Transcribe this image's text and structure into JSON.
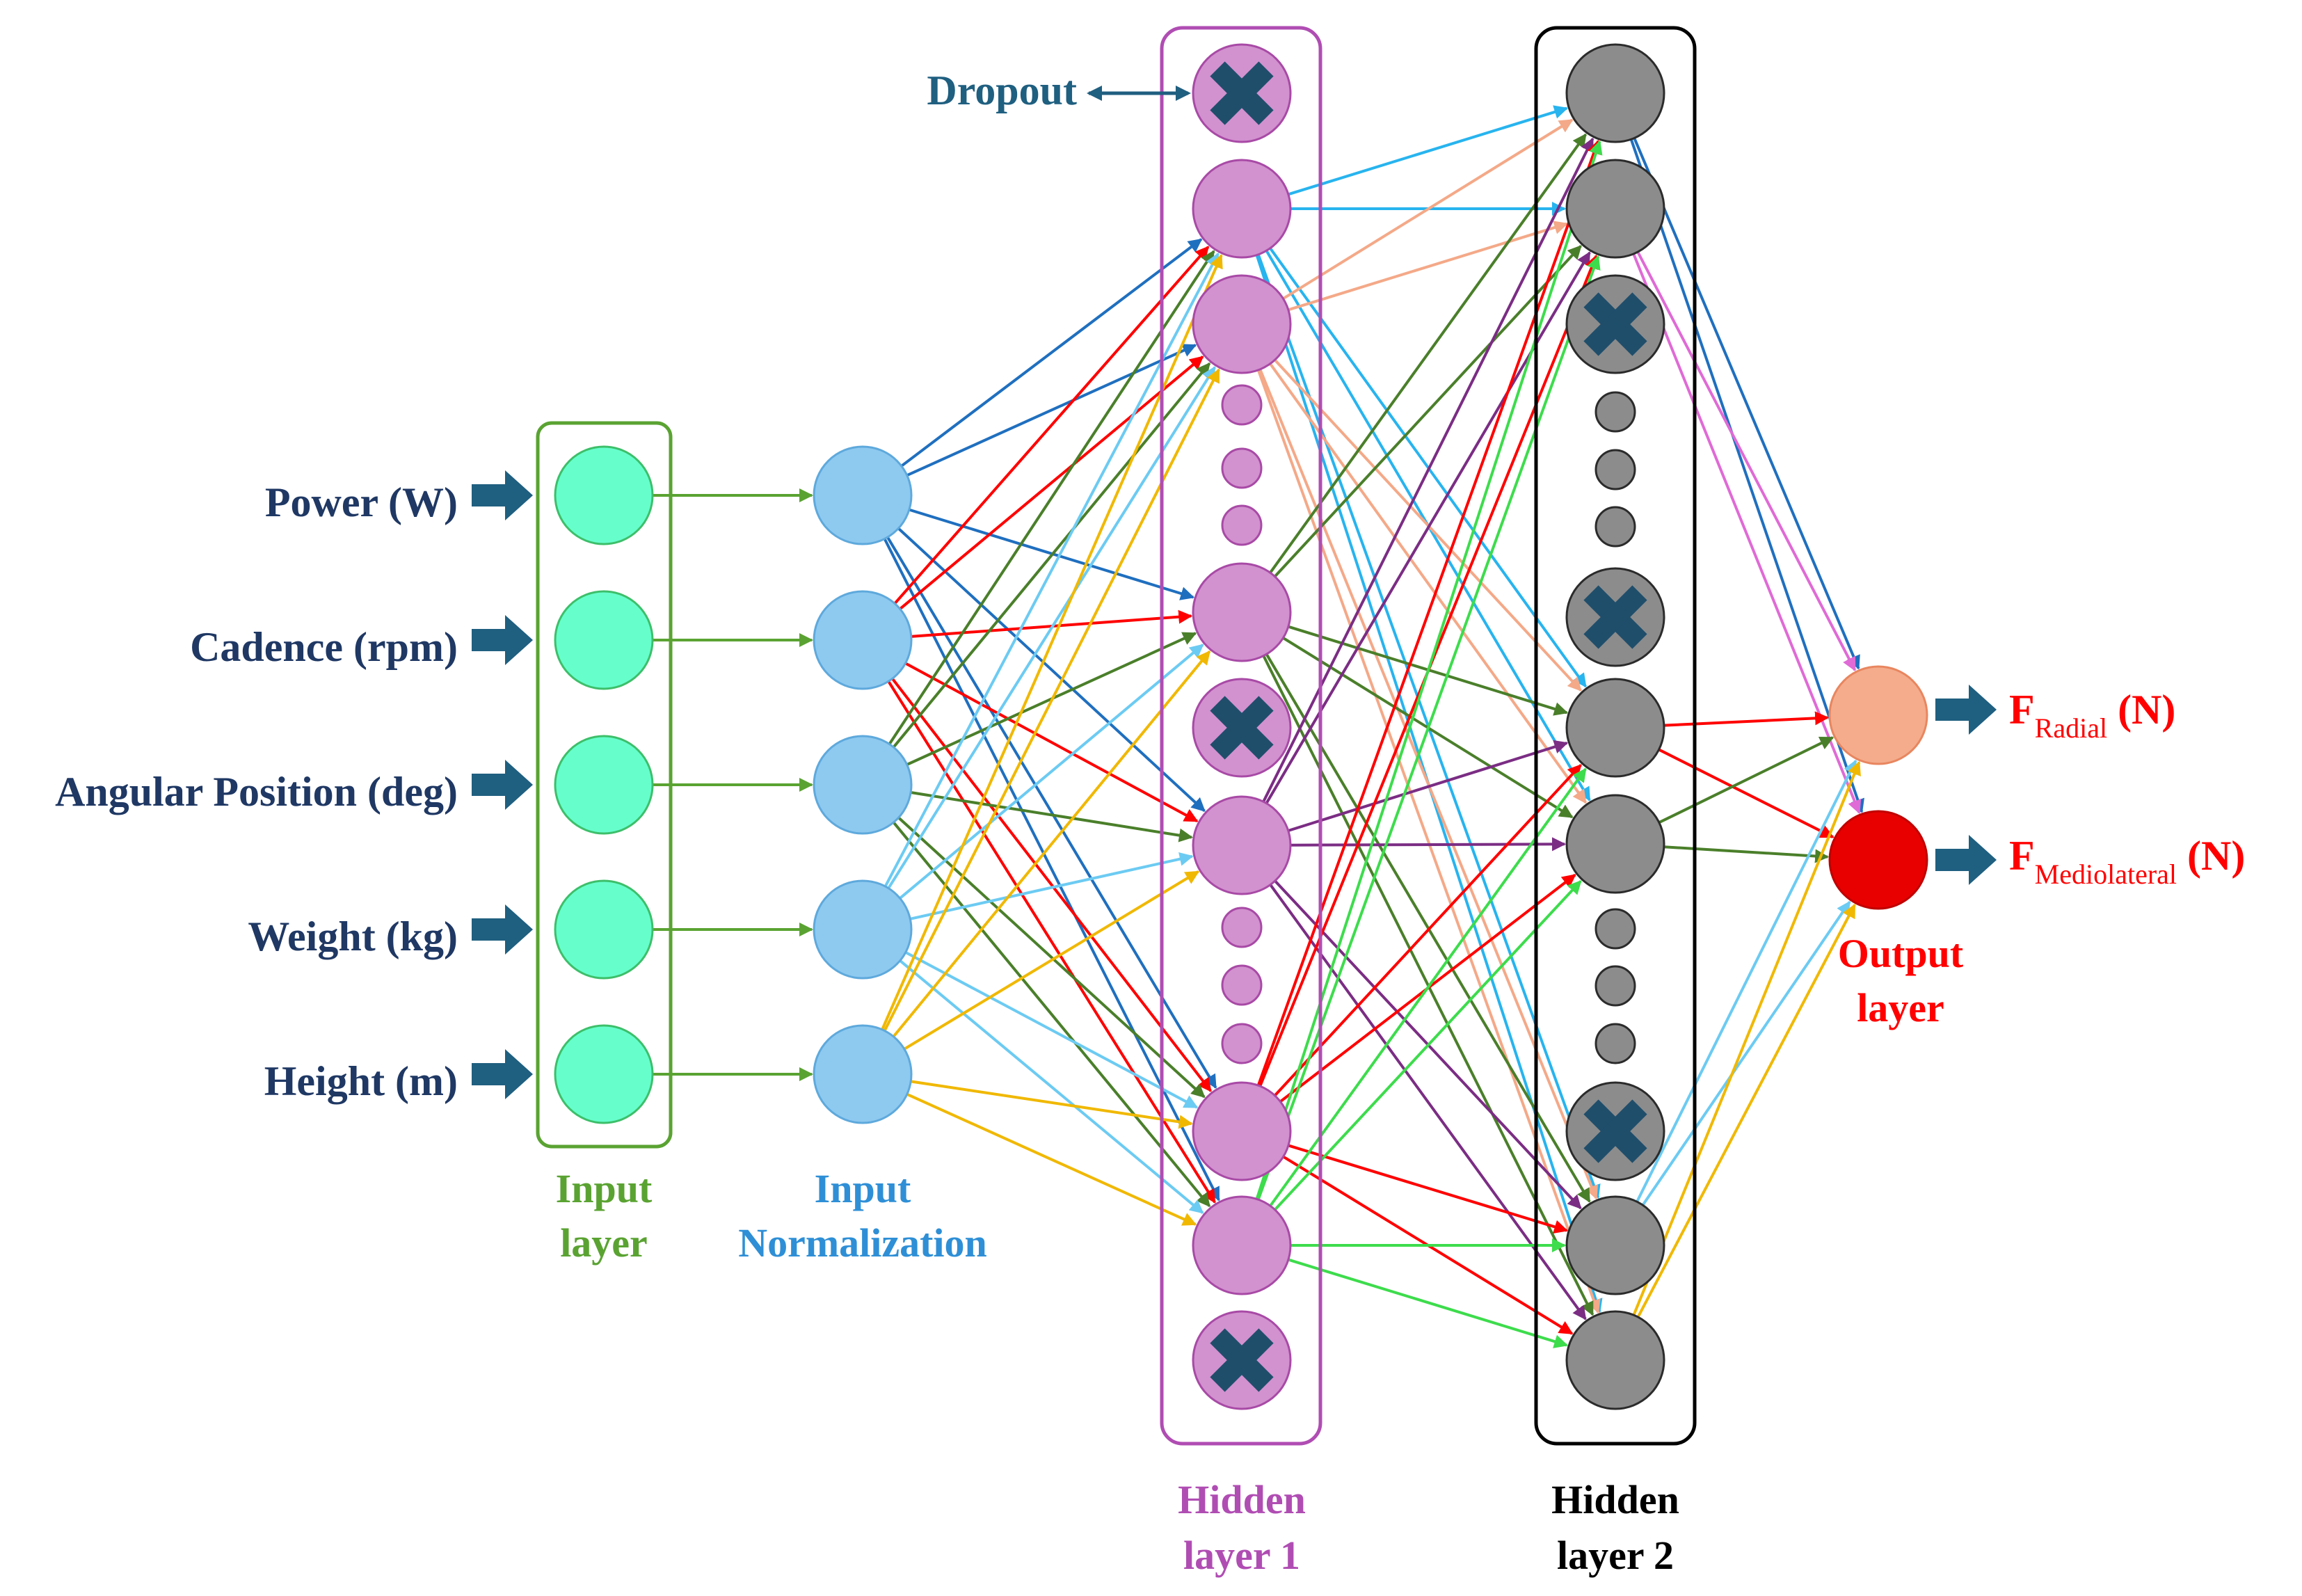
{
  "inputs": [
    {
      "label": "Power (W)"
    },
    {
      "label": "Cadence (rpm)"
    },
    {
      "label": "Angular Position (deg)"
    },
    {
      "label": "Weight (kg)"
    },
    {
      "label": "Height (m)"
    }
  ],
  "groups": {
    "input_layer": {
      "line1": "Input",
      "line2": "layer",
      "color": "#5aa332"
    },
    "input_normalization": {
      "line1": "Input",
      "line2": "Normalization",
      "color": "#2e8fd6"
    },
    "hidden_layer_1": {
      "line1": "Hidden",
      "line2": "layer 1",
      "color": "#b04db3"
    },
    "hidden_layer_2": {
      "line1": "Hidden",
      "line2": "layer 2",
      "color": "#000000"
    },
    "output_layer": {
      "line1": "Output",
      "line2": "layer",
      "color": "#ff0000"
    }
  },
  "dropout_label": "Dropout",
  "outputs": [
    {
      "main": "F",
      "sub": "Radial",
      "unit": " (N)"
    },
    {
      "main": "F",
      "sub": "Mediolateral",
      "unit": " (N)"
    }
  ],
  "colors": {
    "input_node": "#66ffcc",
    "norm_node": "#8ec9f0",
    "hidden1_node": "#d291cf",
    "hidden2_node": "#8c8c8c",
    "dropout_x": "#1f4e6b",
    "output_radial": "#f4ac8c",
    "output_mediolateral": "#e80000",
    "arrow": "#1f5f80",
    "dark_blue": "#1f6fbf",
    "red": "#ff0000",
    "dark_green": "#4a7f2a",
    "light_blue": "#6ccbf2",
    "yellow": "#f0b800",
    "sky_blue": "#27b4ef",
    "peach": "#f4a988",
    "purple": "#7b2d84",
    "bright_green": "#3ddc4c",
    "pink": "#e06ad6"
  }
}
